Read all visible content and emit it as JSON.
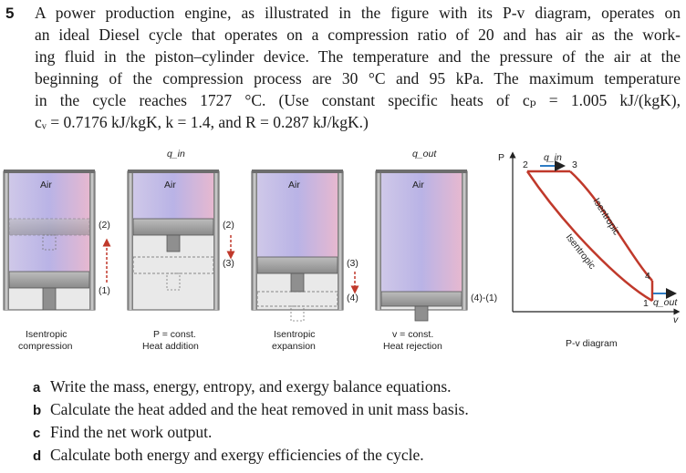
{
  "problem": {
    "number": "5",
    "lines": [
      "A power production engine, as illustrated in the figure with its P-v diagram, operates on",
      "an ideal Diesel cycle that operates on a compression ratio of 20 and has air as the work-",
      "ing fluid in the piston–cylinder device. The temperature and the pressure of the air at the",
      "beginning of the compression process are 30 °C and 95 kPa. The maximum temperature",
      "in the cycle reaches 1727 °C. (Use constant specific heats of cₚ = 1.005 kJ/(kgK),",
      "cᵥ = 0.7176 kJ/kgK, k = 1.4, and R = 0.287 kJ/kgK.)"
    ]
  },
  "figure": {
    "cylinders": [
      {
        "gas": "Air",
        "top_label": "",
        "caption1": "Isentropic",
        "caption2": "compression",
        "states_right": [
          "(2)",
          "(1)"
        ]
      },
      {
        "gas": "Air",
        "top_label": "q_in",
        "caption1": "P = const.",
        "caption2": "Heat addition",
        "states_right": [
          "(2)",
          "(3)"
        ]
      },
      {
        "gas": "Air",
        "top_label": "",
        "caption1": "Isentropic",
        "caption2": "expansion",
        "states_right": [
          "(3)",
          "(4)"
        ]
      },
      {
        "gas": "Air",
        "top_label": "q_out",
        "caption1": "v = const.",
        "caption2": "Heat rejection",
        "states_right": [
          "(4)-(1)"
        ]
      }
    ],
    "pv": {
      "y_axis": "P",
      "x_axis": "v",
      "caption": "P-v diagram",
      "points": [
        "2",
        "3",
        "4",
        "1"
      ],
      "q_in": "q_in",
      "q_out": "q_out",
      "process_labels": [
        "Isentropic",
        "Isentropic"
      ]
    }
  },
  "parts": [
    {
      "letter": "a",
      "text": "Write the mass, energy, entropy, and exergy balance equations."
    },
    {
      "letter": "b",
      "text": "Calculate the heat added and the heat removed in unit mass basis."
    },
    {
      "letter": "c",
      "text": "Find the net work output."
    },
    {
      "letter": "d",
      "text": "Calculate both energy and exergy efficiencies of the cycle."
    }
  ]
}
